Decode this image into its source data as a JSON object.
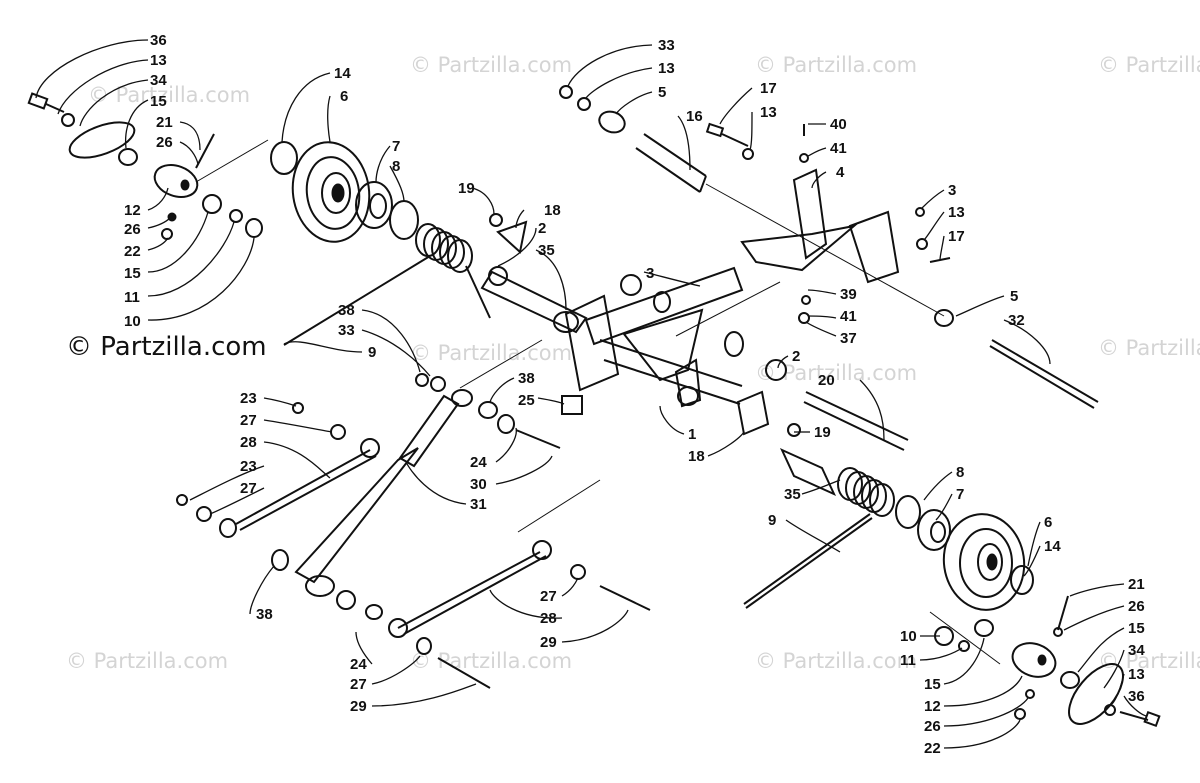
{
  "copyright": "© Partzilla.com",
  "watermark": "© Partzilla.com",
  "callouts": {
    "c36a": "36",
    "c13a": "13",
    "c34a": "34",
    "c15a": "15",
    "c21a": "21",
    "c26a": "26",
    "c12a": "12",
    "c26b": "26",
    "c22a": "22",
    "c15b": "15",
    "c11a": "11",
    "c10a": "10",
    "c14a": "14",
    "c6a": "6",
    "c7a": "7",
    "c8a": "8",
    "c19a": "19",
    "c18a": "18",
    "c2a": "2",
    "c35a": "35",
    "c3a": "3",
    "c33a": "33",
    "c13b": "13",
    "c5a": "5",
    "c16a": "16",
    "c17a": "17",
    "c13c": "13",
    "c40a": "40",
    "c41a": "41",
    "c4a": "4",
    "c3b": "3",
    "c13d": "13",
    "c17b": "17",
    "c5b": "5",
    "c32a": "32",
    "c39a": "39",
    "c41b": "41",
    "c37a": "37",
    "c38a": "38",
    "c33b": "33",
    "c9a": "9",
    "c38b": "38",
    "c25a": "25",
    "c2b": "2",
    "c20a": "20",
    "c1a": "1",
    "c18b": "18",
    "c19b": "19",
    "c23a": "23",
    "c27a": "27",
    "c28a": "28",
    "c23b": "23",
    "c27b": "27",
    "c24a": "24",
    "c30a": "30",
    "c31a": "31",
    "c8b": "8",
    "c7b": "7",
    "c35b": "35",
    "c9b": "9",
    "c6b": "6",
    "c14b": "14",
    "c27c": "27",
    "c28b": "28",
    "c29a": "29",
    "c38c": "38",
    "c24b": "24",
    "c27d": "27",
    "c29b": "29",
    "c21b": "21",
    "c26c": "26",
    "c15c": "15",
    "c10b": "10",
    "c11b": "11",
    "c15d": "15",
    "c34b": "34",
    "c12b": "12",
    "c13e": "13",
    "c36b": "36",
    "c26d": "26",
    "c22b": "22"
  }
}
